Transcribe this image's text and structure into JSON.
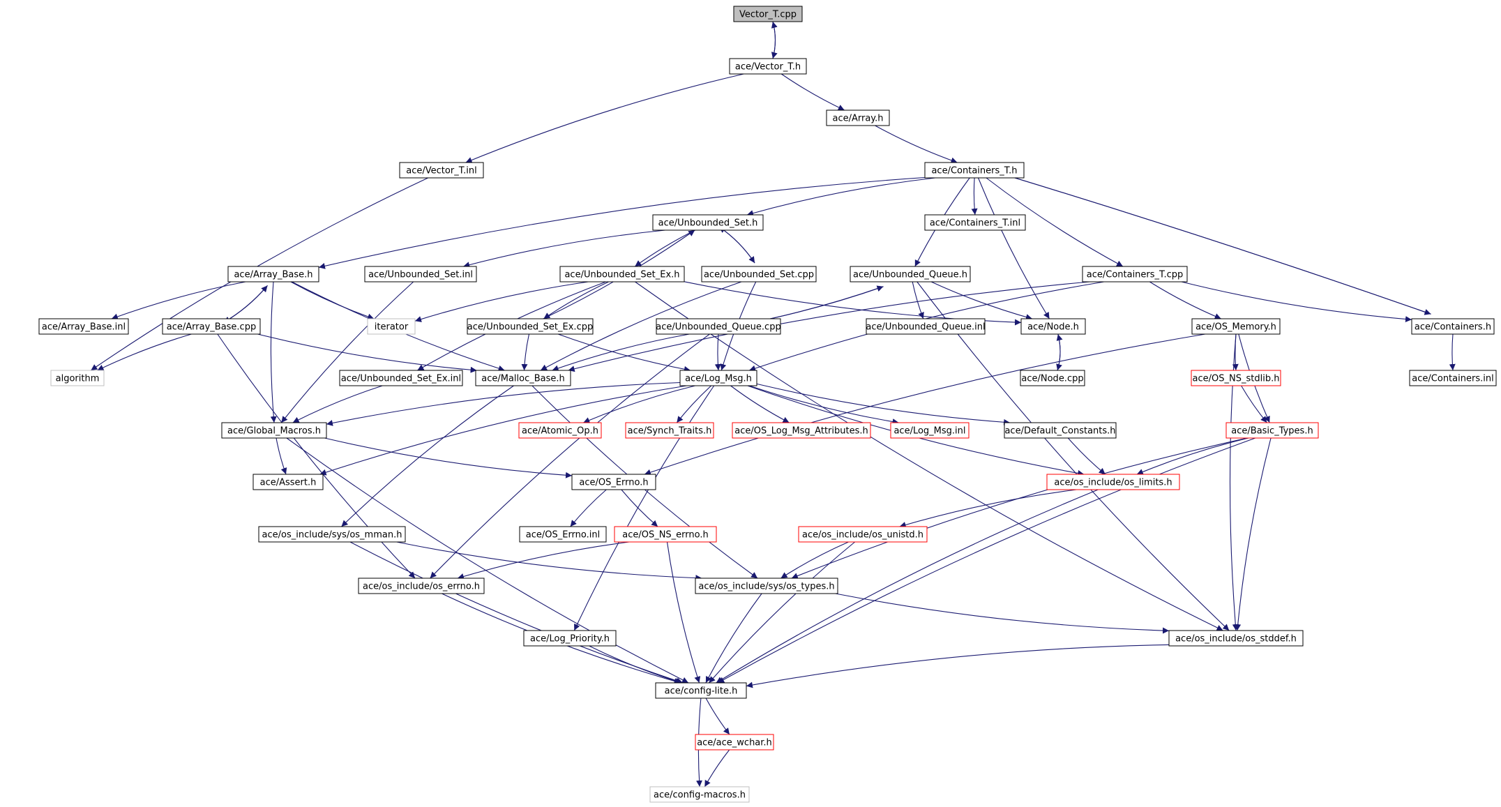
{
  "diagram": {
    "colors": {
      "edge": "#191970",
      "normal_border": "#000000",
      "truncated_border": "#ff0000",
      "external_border": "#bfbfbf",
      "root_fill": "#bfbfbf",
      "fill": "#ffffff"
    },
    "nodes": [
      {
        "id": "vector_t_cpp",
        "label": "Vector_T.cpp",
        "kind": "root"
      },
      {
        "id": "vector_t_h",
        "label": "ace/Vector_T.h",
        "kind": "normal"
      },
      {
        "id": "array_h",
        "label": "ace/Array.h",
        "kind": "normal"
      },
      {
        "id": "vector_t_inl",
        "label": "ace/Vector_T.inl",
        "kind": "normal"
      },
      {
        "id": "containers_t_h",
        "label": "ace/Containers_T.h",
        "kind": "normal"
      },
      {
        "id": "unbounded_set_h",
        "label": "ace/Unbounded_Set.h",
        "kind": "normal"
      },
      {
        "id": "containers_t_inl",
        "label": "ace/Containers_T.inl",
        "kind": "normal"
      },
      {
        "id": "array_base_h",
        "label": "ace/Array_Base.h",
        "kind": "normal"
      },
      {
        "id": "unbounded_set_inl",
        "label": "ace/Unbounded_Set.inl",
        "kind": "normal"
      },
      {
        "id": "unbounded_set_ex_h",
        "label": "ace/Unbounded_Set_Ex.h",
        "kind": "normal"
      },
      {
        "id": "unbounded_set_cpp",
        "label": "ace/Unbounded_Set.cpp",
        "kind": "normal"
      },
      {
        "id": "unbounded_queue_h",
        "label": "ace/Unbounded_Queue.h",
        "kind": "normal"
      },
      {
        "id": "containers_t_cpp",
        "label": "ace/Containers_T.cpp",
        "kind": "normal"
      },
      {
        "id": "array_base_inl",
        "label": "ace/Array_Base.inl",
        "kind": "normal"
      },
      {
        "id": "array_base_cpp",
        "label": "ace/Array_Base.cpp",
        "kind": "normal"
      },
      {
        "id": "iterator",
        "label": "iterator",
        "kind": "external"
      },
      {
        "id": "unbounded_set_ex_cpp",
        "label": "ace/Unbounded_Set_Ex.cpp",
        "kind": "normal"
      },
      {
        "id": "unbounded_queue_cpp",
        "label": "ace/Unbounded_Queue.cpp",
        "kind": "normal"
      },
      {
        "id": "unbounded_queue_inl",
        "label": "ace/Unbounded_Queue.inl",
        "kind": "normal"
      },
      {
        "id": "node_h",
        "label": "ace/Node.h",
        "kind": "normal"
      },
      {
        "id": "os_memory_h",
        "label": "ace/OS_Memory.h",
        "kind": "normal"
      },
      {
        "id": "containers_h",
        "label": "ace/Containers.h",
        "kind": "normal"
      },
      {
        "id": "algorithm",
        "label": "algorithm",
        "kind": "external"
      },
      {
        "id": "unbounded_set_ex_inl",
        "label": "ace/Unbounded_Set_Ex.inl",
        "kind": "normal"
      },
      {
        "id": "malloc_base_h",
        "label": "ace/Malloc_Base.h",
        "kind": "normal"
      },
      {
        "id": "log_msg_h",
        "label": "ace/Log_Msg.h",
        "kind": "normal"
      },
      {
        "id": "node_cpp",
        "label": "ace/Node.cpp",
        "kind": "normal"
      },
      {
        "id": "os_ns_stdlib_h",
        "label": "ace/OS_NS_stdlib.h",
        "kind": "truncated"
      },
      {
        "id": "containers_inl",
        "label": "ace/Containers.inl",
        "kind": "normal"
      },
      {
        "id": "global_macros_h",
        "label": "ace/Global_Macros.h",
        "kind": "normal"
      },
      {
        "id": "atomic_op_h",
        "label": "ace/Atomic_Op.h",
        "kind": "truncated"
      },
      {
        "id": "synch_traits_h",
        "label": "ace/Synch_Traits.h",
        "kind": "truncated"
      },
      {
        "id": "os_log_msg_attributes_h",
        "label": "ace/OS_Log_Msg_Attributes.h",
        "kind": "truncated"
      },
      {
        "id": "log_msg_inl",
        "label": "ace/Log_Msg.inl",
        "kind": "truncated"
      },
      {
        "id": "default_constants_h",
        "label": "ace/Default_Constants.h",
        "kind": "normal"
      },
      {
        "id": "basic_types_h",
        "label": "ace/Basic_Types.h",
        "kind": "truncated"
      },
      {
        "id": "assert_h",
        "label": "ace/Assert.h",
        "kind": "normal"
      },
      {
        "id": "os_errno_h",
        "label": "ace/OS_Errno.h",
        "kind": "normal"
      },
      {
        "id": "os_limits_h",
        "label": "ace/os_include/os_limits.h",
        "kind": "truncated"
      },
      {
        "id": "os_mman_h",
        "label": "ace/os_include/sys/os_mman.h",
        "kind": "normal"
      },
      {
        "id": "os_errno_inl",
        "label": "ace/OS_Errno.inl",
        "kind": "normal"
      },
      {
        "id": "os_ns_errno_h",
        "label": "ace/OS_NS_errno.h",
        "kind": "truncated"
      },
      {
        "id": "os_unistd_h",
        "label": "ace/os_include/os_unistd.h",
        "kind": "truncated"
      },
      {
        "id": "os_include_errno_h",
        "label": "ace/os_include/os_errno.h",
        "kind": "normal"
      },
      {
        "id": "os_types_h",
        "label": "ace/os_include/sys/os_types.h",
        "kind": "normal"
      },
      {
        "id": "log_priority_h",
        "label": "ace/Log_Priority.h",
        "kind": "normal"
      },
      {
        "id": "os_stddef_h",
        "label": "ace/os_include/os_stddef.h",
        "kind": "normal"
      },
      {
        "id": "config_lite_h",
        "label": "ace/config-lite.h",
        "kind": "normal"
      },
      {
        "id": "ace_wchar_h",
        "label": "ace/ace_wchar.h",
        "kind": "truncated"
      },
      {
        "id": "config_macros_h",
        "label": "ace/config-macros.h",
        "kind": "external"
      }
    ],
    "edges": [
      [
        "vector_t_cpp",
        "vector_t_h"
      ],
      [
        "vector_t_h",
        "vector_t_cpp"
      ],
      [
        "vector_t_h",
        "array_h"
      ],
      [
        "vector_t_h",
        "vector_t_inl"
      ],
      [
        "array_h",
        "containers_t_h"
      ],
      [
        "vector_t_inl",
        "algorithm"
      ],
      [
        "containers_t_h",
        "containers_t_inl"
      ],
      [
        "containers_t_h",
        "unbounded_set_h"
      ],
      [
        "containers_t_h",
        "array_base_h"
      ],
      [
        "containers_t_h",
        "unbounded_queue_h"
      ],
      [
        "containers_t_h",
        "node_h"
      ],
      [
        "containers_t_h",
        "containers_t_cpp"
      ],
      [
        "containers_t_h",
        "containers_h"
      ],
      [
        "containers_h",
        "containers_t_h"
      ],
      [
        "unbounded_set_h",
        "unbounded_set_inl"
      ],
      [
        "unbounded_set_h",
        "unbounded_set_ex_h"
      ],
      [
        "unbounded_set_h",
        "unbounded_set_cpp"
      ],
      [
        "unbounded_set_cpp",
        "unbounded_set_h"
      ],
      [
        "array_base_h",
        "array_base_inl"
      ],
      [
        "array_base_h",
        "array_base_cpp"
      ],
      [
        "array_base_cpp",
        "array_base_h"
      ],
      [
        "array_base_h",
        "iterator"
      ],
      [
        "array_base_h",
        "global_macros_h"
      ],
      [
        "array_base_h",
        "malloc_base_h"
      ],
      [
        "unbounded_set_inl",
        "global_macros_h"
      ],
      [
        "unbounded_set_ex_h",
        "iterator"
      ],
      [
        "unbounded_set_ex_h",
        "unbounded_set_ex_cpp"
      ],
      [
        "unbounded_set_ex_h",
        "unbounded_set_ex_inl"
      ],
      [
        "unbounded_set_ex_h",
        "node_h"
      ],
      [
        "unbounded_set_ex_h",
        "os_stddef_h"
      ],
      [
        "unbounded_set_ex_cpp",
        "unbounded_set_h"
      ],
      [
        "unbounded_set_ex_cpp",
        "malloc_base_h"
      ],
      [
        "unbounded_set_ex_cpp",
        "log_msg_h"
      ],
      [
        "unbounded_set_cpp",
        "malloc_base_h"
      ],
      [
        "unbounded_set_cpp",
        "log_msg_h"
      ],
      [
        "unbounded_queue_h",
        "unbounded_queue_inl"
      ],
      [
        "unbounded_queue_h",
        "unbounded_queue_cpp"
      ],
      [
        "unbounded_queue_cpp",
        "unbounded_queue_h"
      ],
      [
        "unbounded_queue_h",
        "node_h"
      ],
      [
        "unbounded_queue_h",
        "os_stddef_h"
      ],
      [
        "unbounded_queue_cpp",
        "malloc_base_h"
      ],
      [
        "unbounded_queue_cpp",
        "log_msg_h"
      ],
      [
        "unbounded_queue_cpp",
        "os_include_errno_h"
      ],
      [
        "containers_t_cpp",
        "malloc_base_h"
      ],
      [
        "containers_t_cpp",
        "log_msg_h"
      ],
      [
        "containers_t_cpp",
        "os_memory_h"
      ],
      [
        "containers_t_cpp",
        "containers_h"
      ],
      [
        "containers_h",
        "containers_inl"
      ],
      [
        "array_base_cpp",
        "algorithm"
      ],
      [
        "array_base_cpp",
        "malloc_base_h"
      ],
      [
        "array_base_cpp",
        "os_include_errno_h"
      ],
      [
        "node_h",
        "node_cpp"
      ],
      [
        "node_cpp",
        "node_h"
      ],
      [
        "os_memory_h",
        "os_ns_stdlib_h"
      ],
      [
        "os_memory_h",
        "basic_types_h"
      ],
      [
        "os_memory_h",
        "os_errno_h"
      ],
      [
        "os_memory_h",
        "os_stddef_h"
      ],
      [
        "os_ns_stdlib_h",
        "basic_types_h"
      ],
      [
        "unbounded_set_ex_inl",
        "global_macros_h"
      ],
      [
        "malloc_base_h",
        "os_mman_h"
      ],
      [
        "malloc_base_h",
        "os_types_h"
      ],
      [
        "log_msg_h",
        "global_macros_h"
      ],
      [
        "log_msg_h",
        "atomic_op_h"
      ],
      [
        "log_msg_h",
        "synch_traits_h"
      ],
      [
        "log_msg_h",
        "os_log_msg_attributes_h"
      ],
      [
        "log_msg_h",
        "log_msg_inl"
      ],
      [
        "log_msg_h",
        "default_constants_h"
      ],
      [
        "log_msg_h",
        "os_limits_h"
      ],
      [
        "log_msg_h",
        "assert_h"
      ],
      [
        "log_msg_h",
        "log_priority_h"
      ],
      [
        "global_macros_h",
        "assert_h"
      ],
      [
        "global_macros_h",
        "os_errno_h"
      ],
      [
        "global_macros_h",
        "config_lite_h"
      ],
      [
        "default_constants_h",
        "os_limits_h"
      ],
      [
        "basic_types_h",
        "os_limits_h"
      ],
      [
        "basic_types_h",
        "os_types_h"
      ],
      [
        "basic_types_h",
        "os_stddef_h"
      ],
      [
        "basic_types_h",
        "config_lite_h"
      ],
      [
        "os_errno_h",
        "os_errno_inl"
      ],
      [
        "os_errno_h",
        "os_ns_errno_h"
      ],
      [
        "os_limits_h",
        "os_unistd_h"
      ],
      [
        "os_limits_h",
        "config_lite_h"
      ],
      [
        "os_mman_h",
        "os_types_h"
      ],
      [
        "os_mman_h",
        "config_lite_h"
      ],
      [
        "os_ns_errno_h",
        "os_include_errno_h"
      ],
      [
        "os_ns_errno_h",
        "config_lite_h"
      ],
      [
        "os_unistd_h",
        "os_types_h"
      ],
      [
        "os_unistd_h",
        "config_lite_h"
      ],
      [
        "os_include_errno_h",
        "config_lite_h"
      ],
      [
        "os_types_h",
        "os_stddef_h"
      ],
      [
        "os_types_h",
        "config_lite_h"
      ],
      [
        "log_priority_h",
        "config_lite_h"
      ],
      [
        "os_stddef_h",
        "config_lite_h"
      ],
      [
        "config_lite_h",
        "ace_wchar_h"
      ],
      [
        "config_lite_h",
        "config_macros_h"
      ],
      [
        "ace_wchar_h",
        "config_macros_h"
      ]
    ]
  }
}
